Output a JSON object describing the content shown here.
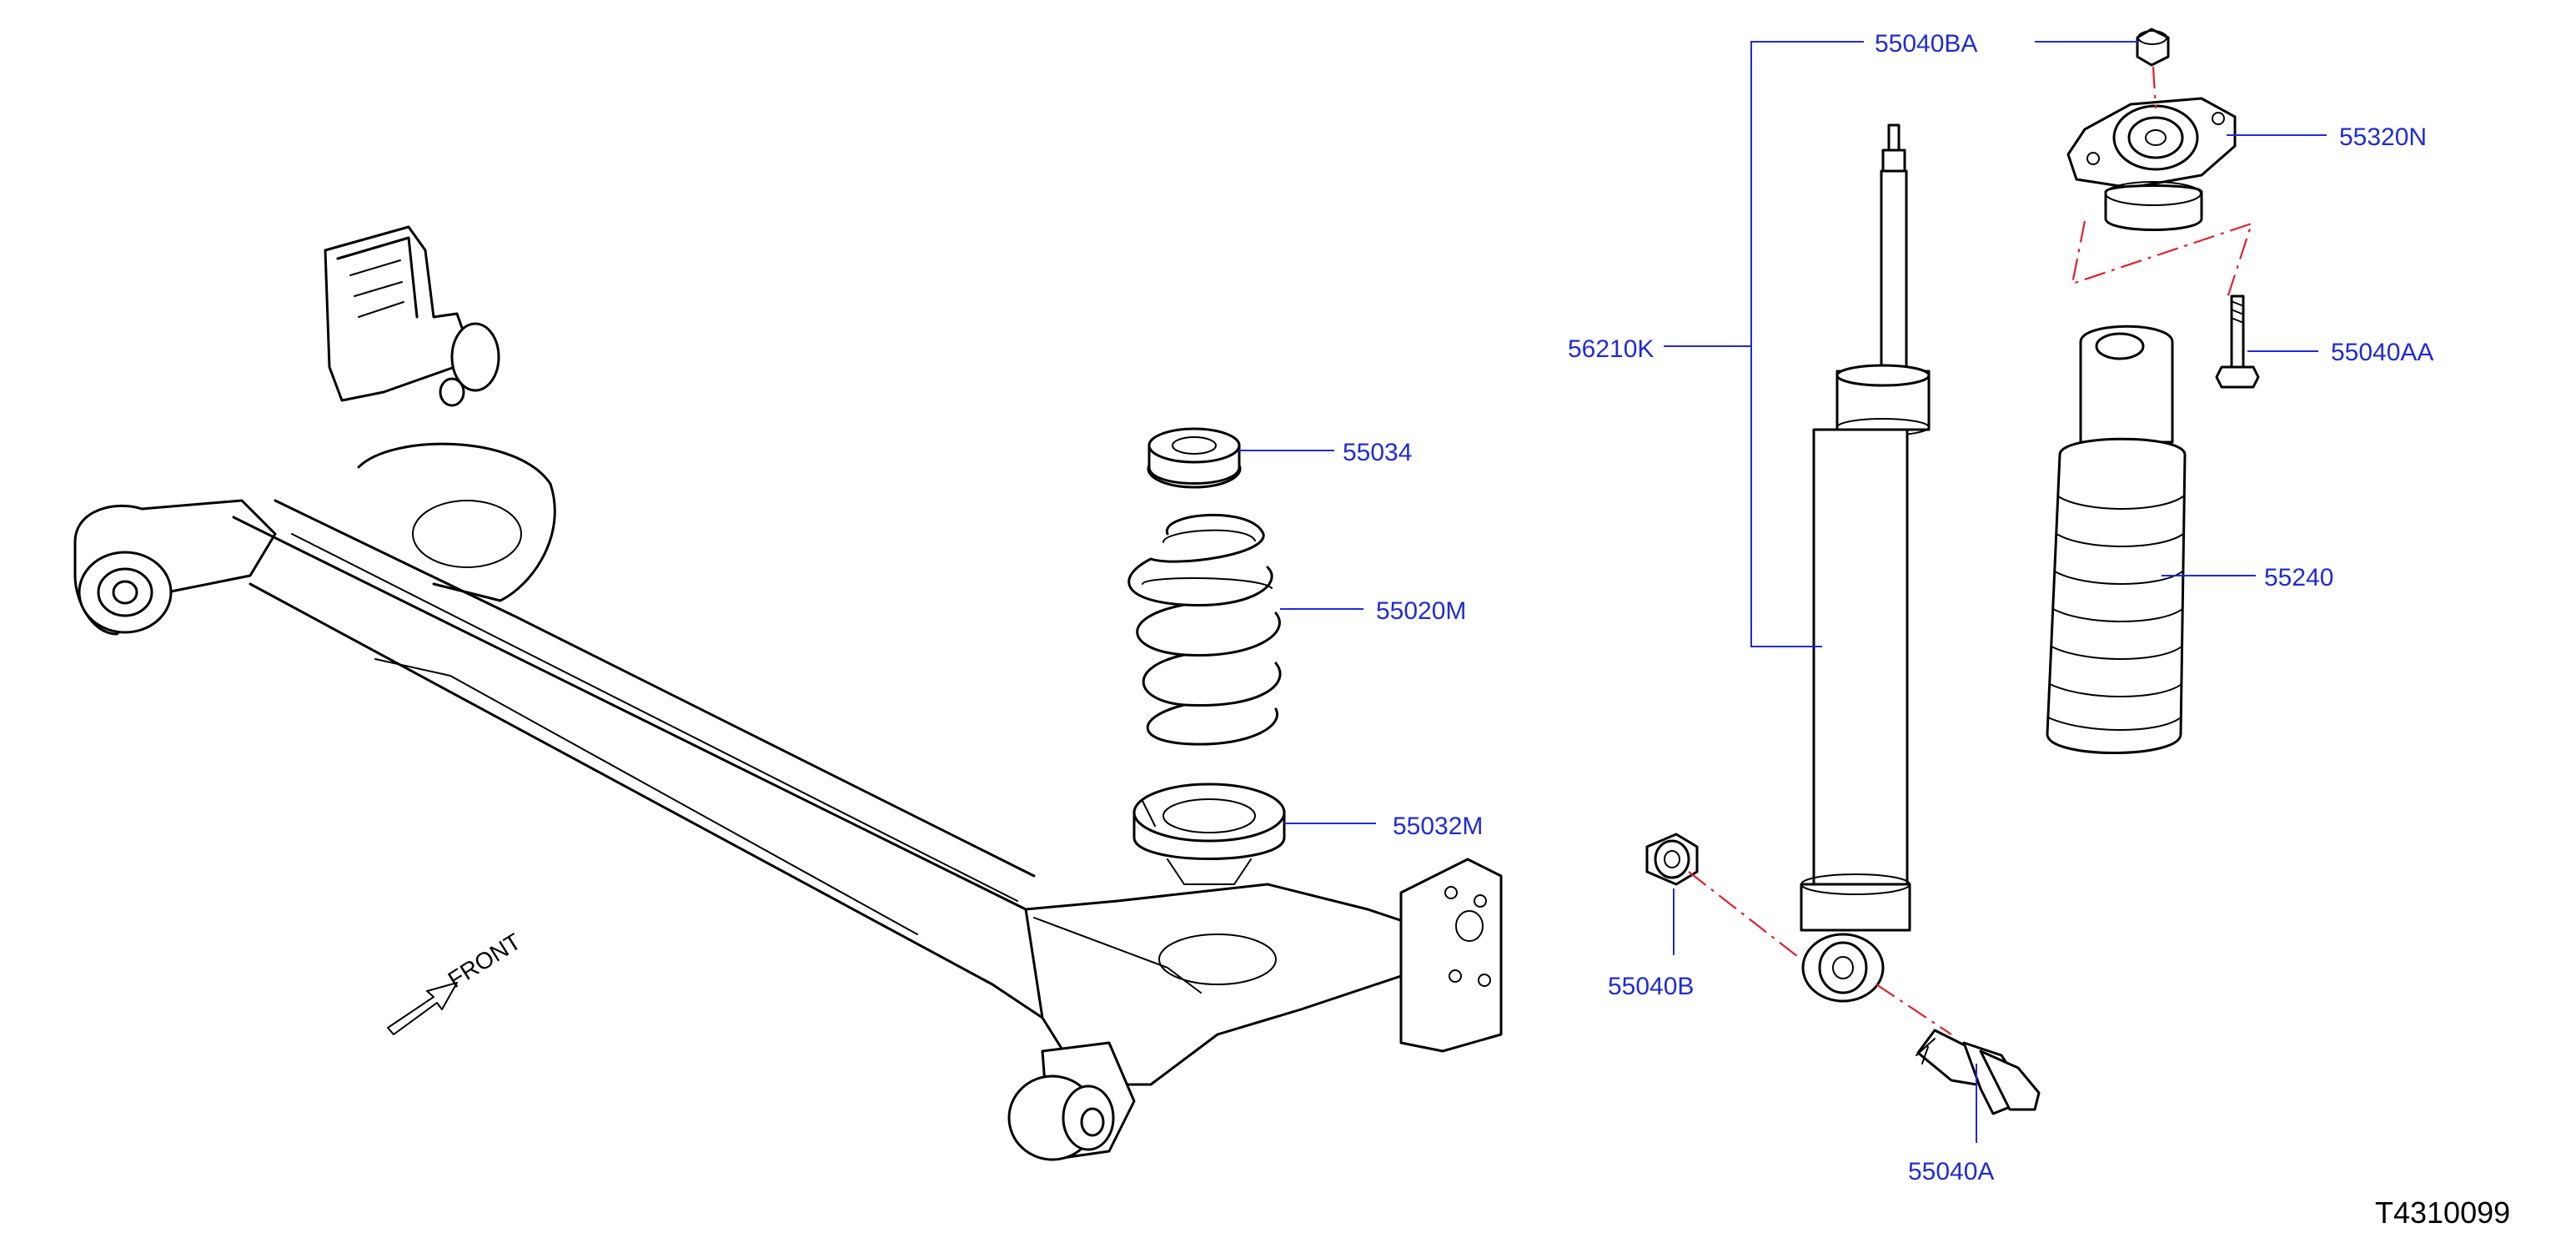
{
  "diagram": {
    "reference_number": "T4310099",
    "direction_label": "FRONT",
    "colors": {
      "label_text": "#1f2bd6",
      "leader_lines": "#1f2bd6",
      "alignment_lines": "#e0202a",
      "line_art": "#000000",
      "background": "#ffffff"
    },
    "parts": {
      "spring_upper_seat": "55034",
      "coil_spring": "55020M",
      "spring_lower_seat": "55032M",
      "shock_absorber": "56210K",
      "upper_nut": "55040BA",
      "upper_mount": "55320N",
      "mount_bolt": "55040AA",
      "bound_bumper_boot": "55240",
      "lower_washer": "55040B",
      "lower_bolt": "55040A"
    }
  }
}
